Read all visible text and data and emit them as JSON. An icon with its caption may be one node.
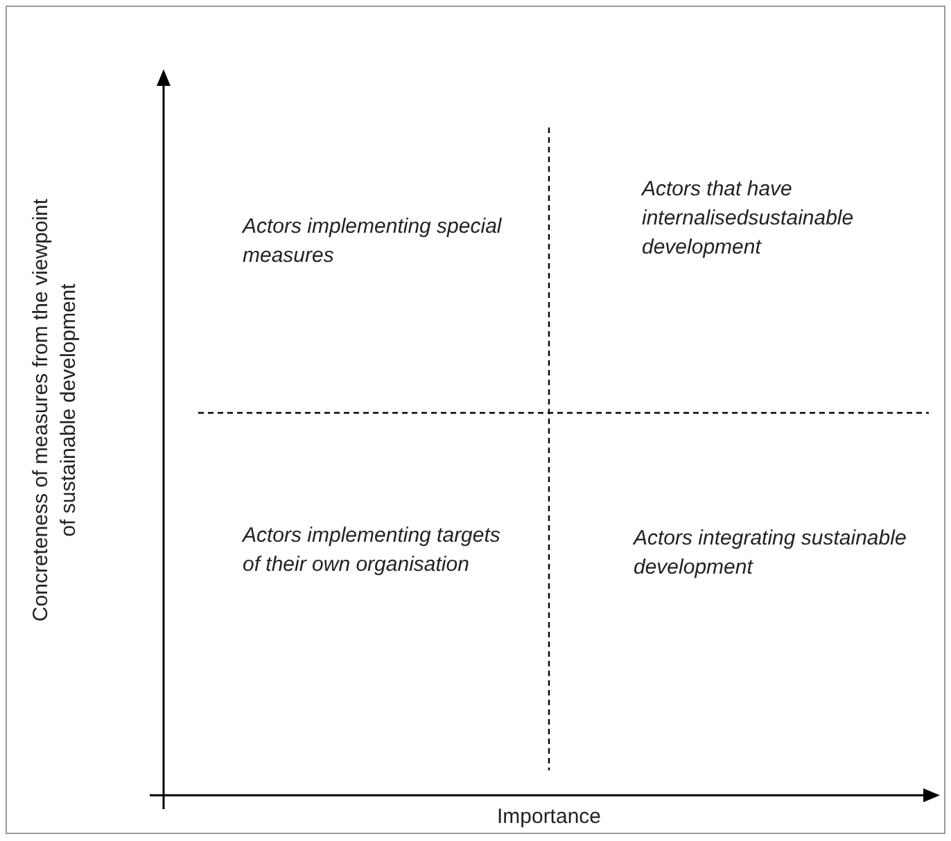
{
  "diagram": {
    "labels": [
      "Actors implementing special measures",
      "Actors that have internalisedsustainable development",
      "Concreteness of measures from the viewpoint of sustainable development",
      "Actors implementing targets of their own organisation",
      "Actors integrating sustainable development",
      "Importance"
    ]
  }
}
